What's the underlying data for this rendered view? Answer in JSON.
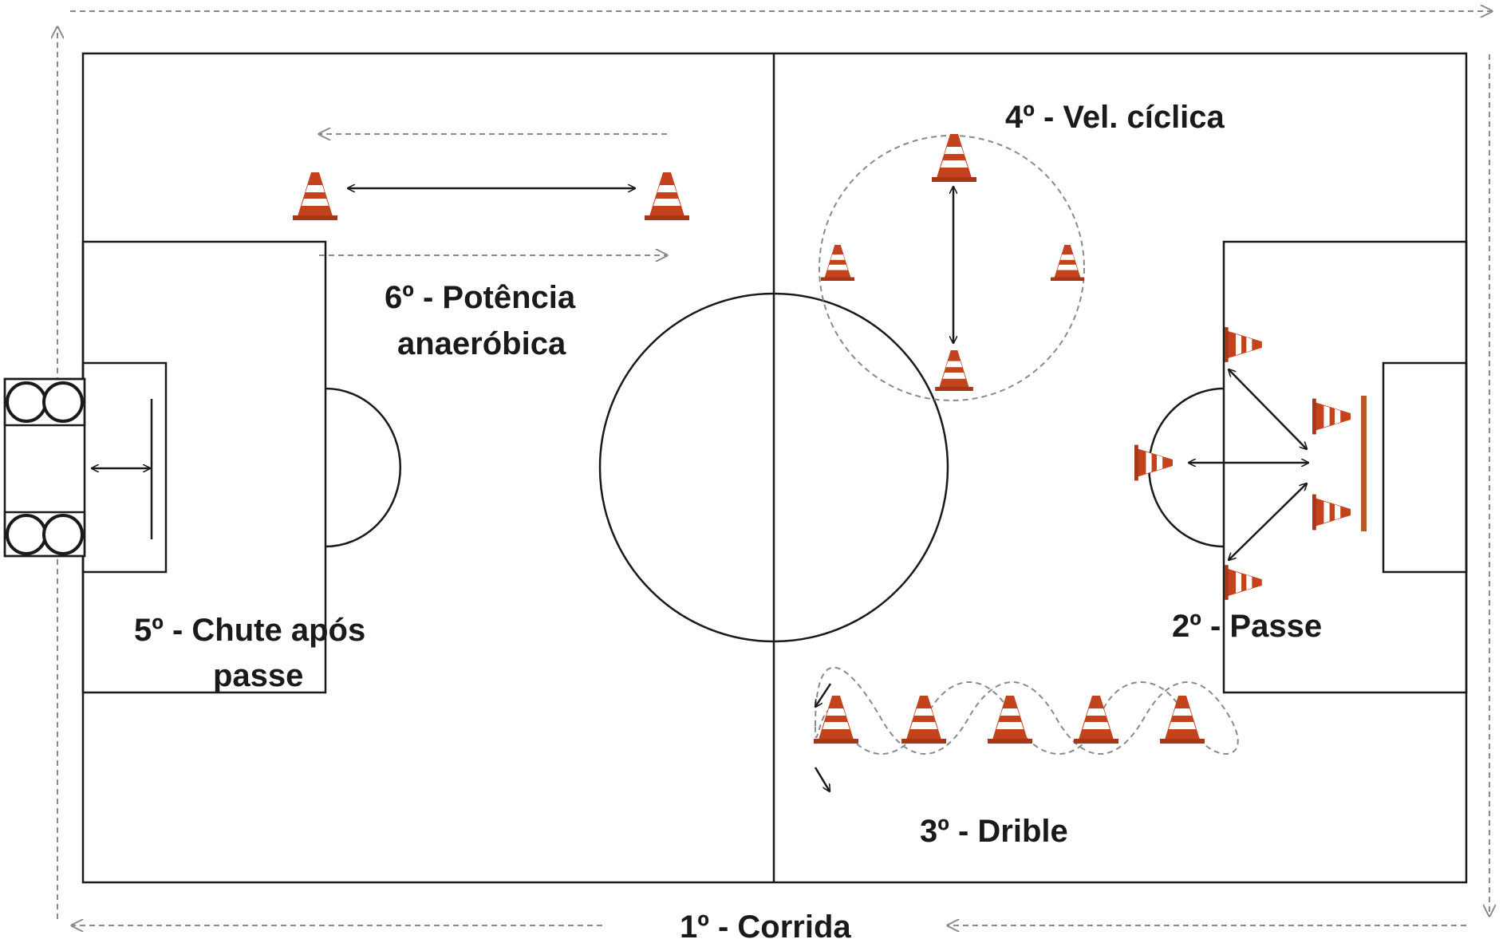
{
  "stations": {
    "corrida": "1º - Corrida",
    "passe": "2º - Passe",
    "drible": "3º - Drible",
    "vel_ciclica": "4º - Vel. cíclica",
    "chute_line1": "5º - Chute após",
    "chute_line2": "passe",
    "potencia_line1": "6º - Potência",
    "potencia_line2": "anaeróbica"
  },
  "colors": {
    "cone": "#c2431c",
    "cone_stripe": "#ffffff",
    "pole": "#b85a2a",
    "line": "#1a1a1a",
    "dashed_path": "#8a8a8a"
  },
  "icons": [
    "traffic-cone-icon",
    "tire-ring-icon",
    "arrow-icon"
  ]
}
